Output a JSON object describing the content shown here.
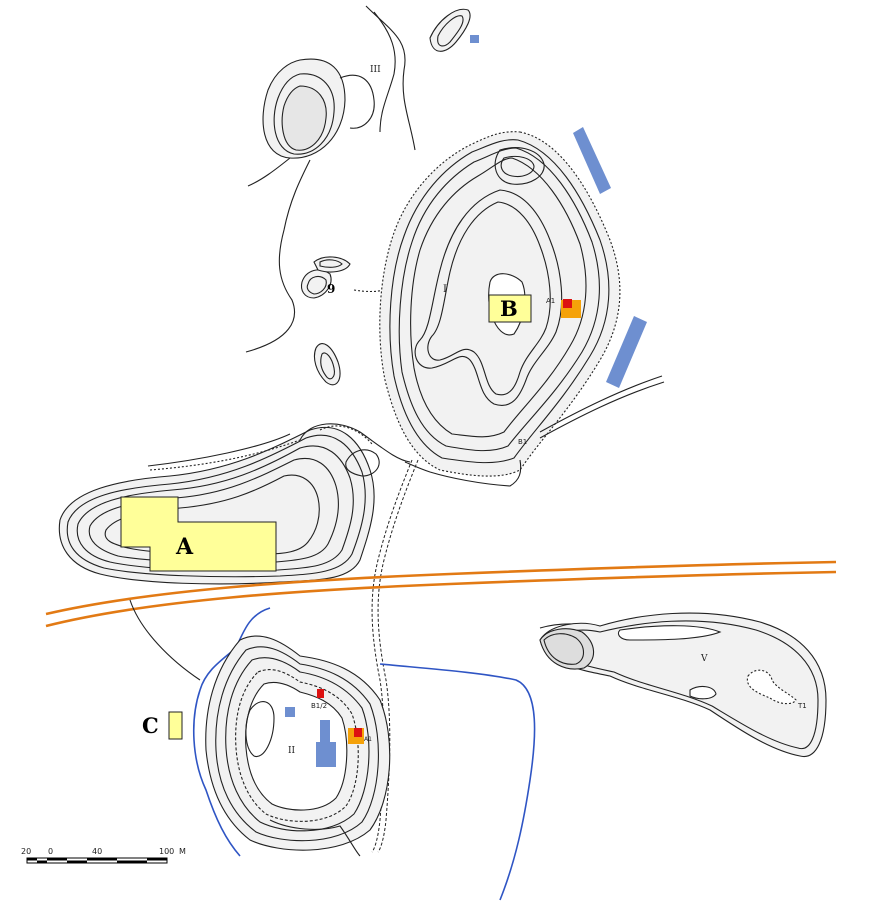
{
  "zone_labels": {
    "a": "A",
    "b": "B",
    "c": "C"
  },
  "mound_labels": {
    "i": "I",
    "ii": "II",
    "iii": "III",
    "v": "V",
    "nine": "9"
  },
  "trench_labels": {
    "a1_north": "A1",
    "b1_north": "B1",
    "b1_2": "B1/2",
    "a1_south": "A1",
    "t1": "T1"
  },
  "scale_bar": {
    "ticks": [
      "20",
      "0",
      "40",
      "100"
    ],
    "unit": "M"
  },
  "colors": {
    "highlight_fill": "#ffff99",
    "water_blue": "#6e8fd0",
    "river_line": "#2f55c4",
    "road_orange": "#e27a14",
    "excavation_red": "#dd1111",
    "excavation_orange": "#f5a20a",
    "contour_line": "#222222",
    "mound_fill": "#f2f2f2"
  }
}
